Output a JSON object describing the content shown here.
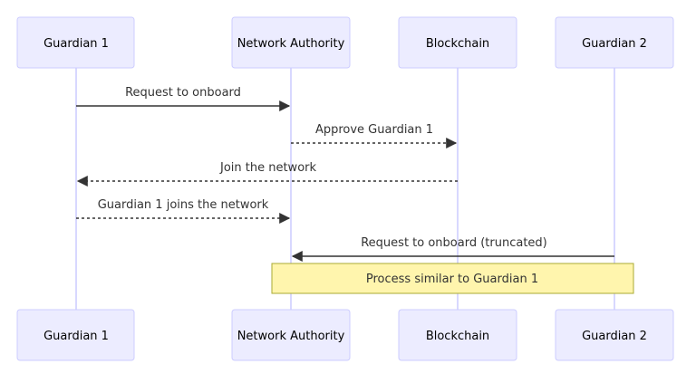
{
  "participants": [
    {
      "id": "g1",
      "label": "Guardian 1"
    },
    {
      "id": "na",
      "label": "Network Authority"
    },
    {
      "id": "bc",
      "label": "Blockchain"
    },
    {
      "id": "g2",
      "label": "Guardian 2"
    }
  ],
  "messages": [
    {
      "from": "g1",
      "to": "na",
      "label": "Request to onboard",
      "style": "solid"
    },
    {
      "from": "na",
      "to": "bc",
      "label": "Approve Guardian 1",
      "style": "dashed"
    },
    {
      "from": "bc",
      "to": "g1",
      "label": "Join the network",
      "style": "dashed"
    },
    {
      "from": "g1",
      "to": "na",
      "label": "Guardian 1 joins the network",
      "style": "dashed"
    },
    {
      "from": "g2",
      "to": "na",
      "label": "Request to onboard (truncated)",
      "style": "solid"
    }
  ],
  "note": {
    "over": [
      "na",
      "g2"
    ],
    "label": "Process similar to Guardian 1"
  },
  "colors": {
    "actor_fill": "#ECECFF",
    "actor_border": "#CCCCFF",
    "line": "#333333",
    "note_fill": "#FFF5AD",
    "note_border": "#AAAA33"
  }
}
